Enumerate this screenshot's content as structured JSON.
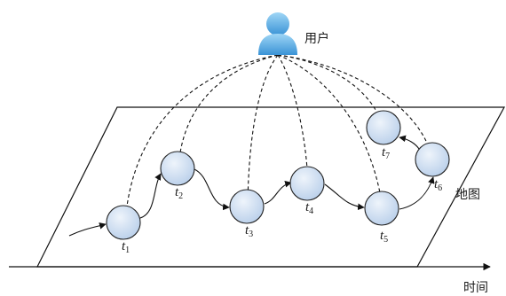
{
  "labels": {
    "user": "用户",
    "map": "地图",
    "time": "时间"
  },
  "points": [
    {
      "name": "t",
      "sub": "1"
    },
    {
      "name": "t",
      "sub": "2"
    },
    {
      "name": "t",
      "sub": "3"
    },
    {
      "name": "t",
      "sub": "4"
    },
    {
      "name": "t",
      "sub": "5"
    },
    {
      "name": "t",
      "sub": "6"
    },
    {
      "name": "t",
      "sub": "7"
    }
  ],
  "colors": {
    "node_fill": "#c7d9f0",
    "node_stroke": "#222222",
    "user_icon": "#5fb3e8",
    "line": "#111111"
  },
  "icons": {
    "user": "user-person-icon"
  }
}
